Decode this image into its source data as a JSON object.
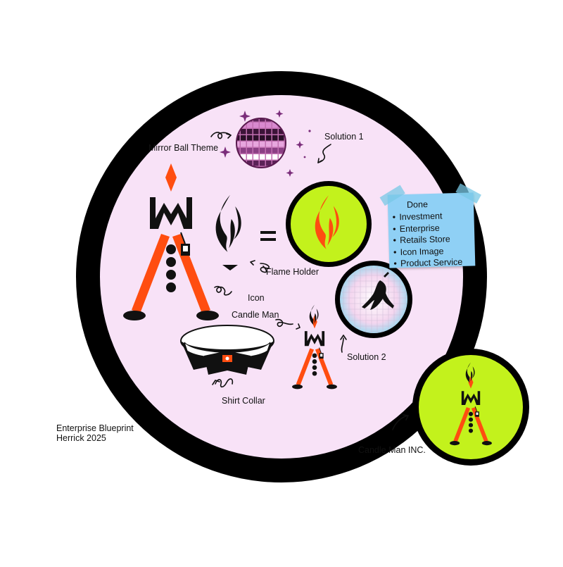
{
  "colors": {
    "background": "#ffffff",
    "ring": "#000000",
    "panel": "#f8e2f7",
    "lime": "#c3f21c",
    "orange": "#ff4d10",
    "note": "#8fd0f5"
  },
  "labels": {
    "mirror_ball_theme": "Mirror Ball Theme",
    "solution_1": "Solution 1",
    "flame_holder": "Flame Holder",
    "icon": "Icon",
    "candle_man": "Candle Man",
    "solution_2": "Solution 2",
    "shirt_collar": "Shirt Collar",
    "candle_man_inc": "Candle Man INC.",
    "equals": "="
  },
  "note": {
    "title": "Done",
    "items": [
      "Investment",
      "Enterprise",
      "Retails Store",
      "Icon Image",
      "Product Service"
    ]
  },
  "footer": {
    "line1": "Enterprise Blueprint",
    "line2": "Herrick 2025"
  },
  "icons": [
    "mirror-ball-icon",
    "flame-icon",
    "candle-man-icon",
    "shirt-collar-icon",
    "dancer-icon",
    "sparkle-icon",
    "curly-arrow-icon"
  ]
}
